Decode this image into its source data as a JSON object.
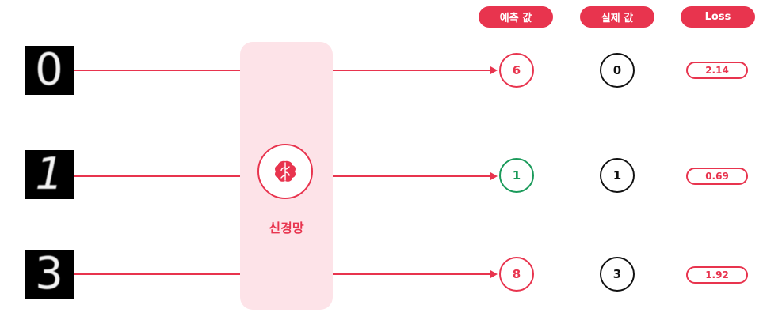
{
  "headers": {
    "predicted": "예측 값",
    "actual": "실제 값",
    "loss": "Loss"
  },
  "network": {
    "label": "신경망",
    "icon": "brain-icon",
    "accent_color": "#e8344e",
    "box_color": "#fde3e8"
  },
  "rows": [
    {
      "input_digit": "0",
      "predicted": "6",
      "actual": "0",
      "loss": "2.14",
      "correct": false
    },
    {
      "input_digit": "1",
      "predicted": "1",
      "actual": "1",
      "loss": "0.69",
      "correct": true
    },
    {
      "input_digit": "3",
      "predicted": "8",
      "actual": "3",
      "loss": "1.92",
      "correct": false
    }
  ],
  "colors": {
    "wrong": "#e8344e",
    "correct": "#1a9a5a",
    "actual": "#111111"
  }
}
